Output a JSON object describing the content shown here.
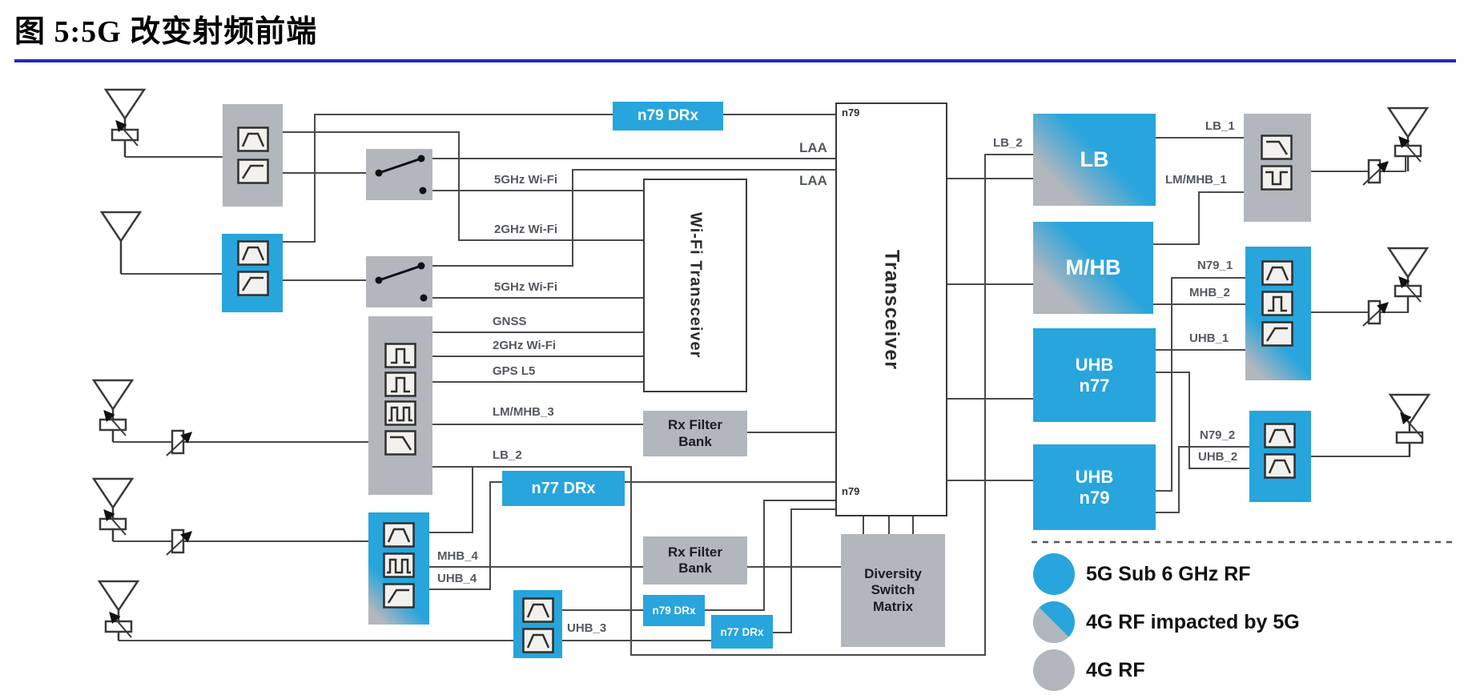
{
  "title": "图 5:5G 改变射频前端",
  "colors": {
    "accent_blue": "#27a5dc",
    "module_gray": "#b2b6bd",
    "wire": "#4a4a4a",
    "title_underline": "#2326c0"
  },
  "modules": {
    "n79_drx": "n79 DRx",
    "n77_drx": "n77 DRx",
    "wifi_transceiver": "Wi-Fi Transceiver",
    "transceiver": "Transceiver",
    "rx_filter_bank": "Rx Filter Bank",
    "diversity_switch_matrix": "Diversity Switch Matrix",
    "lb": "LB",
    "mhb": "M/HB",
    "uhb_n77": {
      "line1": "UHB",
      "line2": "n77"
    },
    "uhb_n79": {
      "line1": "UHB",
      "line2": "n79"
    }
  },
  "ports": {
    "n79": "n79"
  },
  "wire_labels": {
    "wifi5_top": "5GHz Wi-Fi",
    "wifi2_top": "2GHz Wi-Fi",
    "wifi5_bottom": "5GHz Wi-Fi",
    "gnss": "GNSS",
    "wifi2_bottom": "2GHz Wi-Fi",
    "gps_l5": "GPS L5",
    "lm_mhb_3": "LM/MHB_3",
    "lb_2_left": "LB_2",
    "mhb_4": "MHB_4",
    "uhb_4": "UHB_4",
    "uhb_3": "UHB_3",
    "laa_1": "LAA",
    "laa_2": "LAA",
    "lb_2_right": "LB_2",
    "lb_1": "LB_1",
    "lm_mhb_1": "LM/MHB_1",
    "n79_1": "N79_1",
    "mhb_2": "MHB_2",
    "uhb_1": "UHB_1",
    "n79_2": "N79_2",
    "uhb_2": "UHB_2"
  },
  "legend": {
    "items": [
      {
        "label": "5G Sub 6 GHz RF",
        "swatch": "solid-blue"
      },
      {
        "label": "4G RF impacted by 5G",
        "swatch": "blue-gray-split"
      },
      {
        "label": "4G RF",
        "swatch": "solid-gray"
      }
    ]
  }
}
